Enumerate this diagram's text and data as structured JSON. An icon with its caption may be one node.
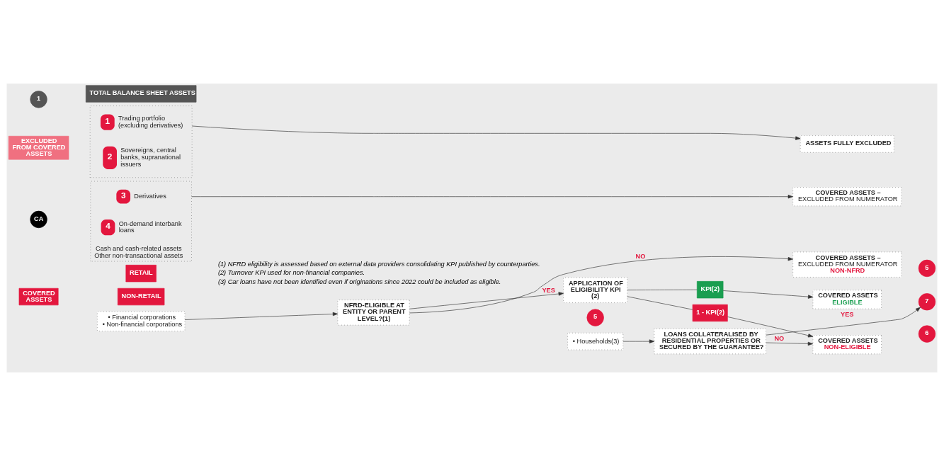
{
  "diagram": {
    "nodes": [
      {
        "text": [
          "1"
        ]
      },
      {
        "text": [
          "TOTAL BALANCE SHEET ASSETS"
        ]
      },
      {
        "text": [
          "EXCLUDED FROM COVERED ASSETS"
        ]
      },
      {
        "text": [],
        "shape": "box"
      },
      {
        "text": [
          "1"
        ],
        "beside": [
          "Trading portfolio (excluding derivatives)"
        ],
        "in": 3
      },
      {
        "text": [
          "2"
        ],
        "beside": [
          "Sovereigns, central banks, supranational issuers"
        ],
        "in": 3
      },
      {
        "text": [
          "COVERED ASSETS"
        ]
      },
      {
        "text": [
          "CA"
        ]
      },
      {
        "text": [
          "Cash and cash-related assets",
          "Other non-transactional assets"
        ]
      },
      {
        "text": [
          "3"
        ],
        "beside": [
          "Derivatives"
        ],
        "in": 8
      },
      {
        "text": [
          "4"
        ],
        "beside": [
          "On-demand interbank loans"
        ],
        "in": 8
      },
      {
        "text": [
          "NON-RETAIL"
        ]
      },
      {
        "text": [
          "• Financial corporations",
          "• Non-financial corporations"
        ]
      },
      {
        "text": [
          "RETAIL"
        ]
      },
      {
        "text": [
          "• Households(3)"
        ]
      },
      {
        "text": [
          "NFRD-ELIGIBLE AT ENTITY OR PARENT LEVEL?(1)"
        ]
      },
      {
        "text": [
          "5"
        ]
      },
      {
        "text": [
          "APPLICATION OF ELIGIBILITY KPI (2)"
        ]
      },
      {
        "text": [
          "LOANS COLLATERALISED BY RESIDENTIAL PROPERTIES OR SECURED BY THE GUARANTEE?"
        ]
      },
      {
        "text": [
          "ASSETS FULLY EXCLUDED"
        ]
      },
      {
        "text": [
          "COVERED ASSETS –",
          "EXCLUDED FROM NUMERATOR"
        ]
      },
      {
        "text": [
          "COVERED ASSETS –",
          "EXCLUDED FROM NUMERATOR",
          "NON-NFRD"
        ]
      },
      {
        "text": [
          "5"
        ]
      },
      {
        "text": [
          "KPI(2)"
        ]
      },
      {
        "text": [
          "1 - KPI(2)"
        ]
      },
      {
        "text": [
          "COVERED ASSETS",
          "ELIGIBLE"
        ]
      },
      {
        "text": [
          "7"
        ]
      },
      {
        "text": [
          "COVERED ASSETS",
          "NON-ELIGIBLE"
        ]
      },
      {
        "text": [
          "6"
        ]
      }
    ],
    "edges": [
      {
        "from": 3,
        "to": 19,
        "arrow": "to"
      },
      {
        "from": 8,
        "to": 20,
        "arrow": "to"
      },
      {
        "from": 12,
        "to": 15,
        "arrow": "to"
      },
      {
        "from": 15,
        "to": 21,
        "arrow": "to",
        "label": "NO"
      },
      {
        "from": 15,
        "to": 17,
        "arrow": "to",
        "label": "YES"
      },
      {
        "from": 17,
        "to": 23,
        "arrow": "none"
      },
      {
        "from": 23,
        "to": 25,
        "arrow": "to"
      },
      {
        "from": 17,
        "to": 24,
        "arrow": "none"
      },
      {
        "from": 24,
        "to": 27,
        "arrow": "to"
      },
      {
        "from": 14,
        "to": 18,
        "arrow": "to"
      },
      {
        "from": 18,
        "to": 27,
        "arrow": "to",
        "label": "NO"
      },
      {
        "from": 18,
        "to": 26,
        "arrow": "to",
        "label": "YES"
      }
    ],
    "labels": [
      "(1) NFRD eligibility is assessed based on external data providers consolidating KPI published by counterparties.",
      "(2) Turnover KPI used for non-financial companies.",
      "(3) Car loans have not been identified even if originations since 2022 could be included as eligible."
    ]
  }
}
